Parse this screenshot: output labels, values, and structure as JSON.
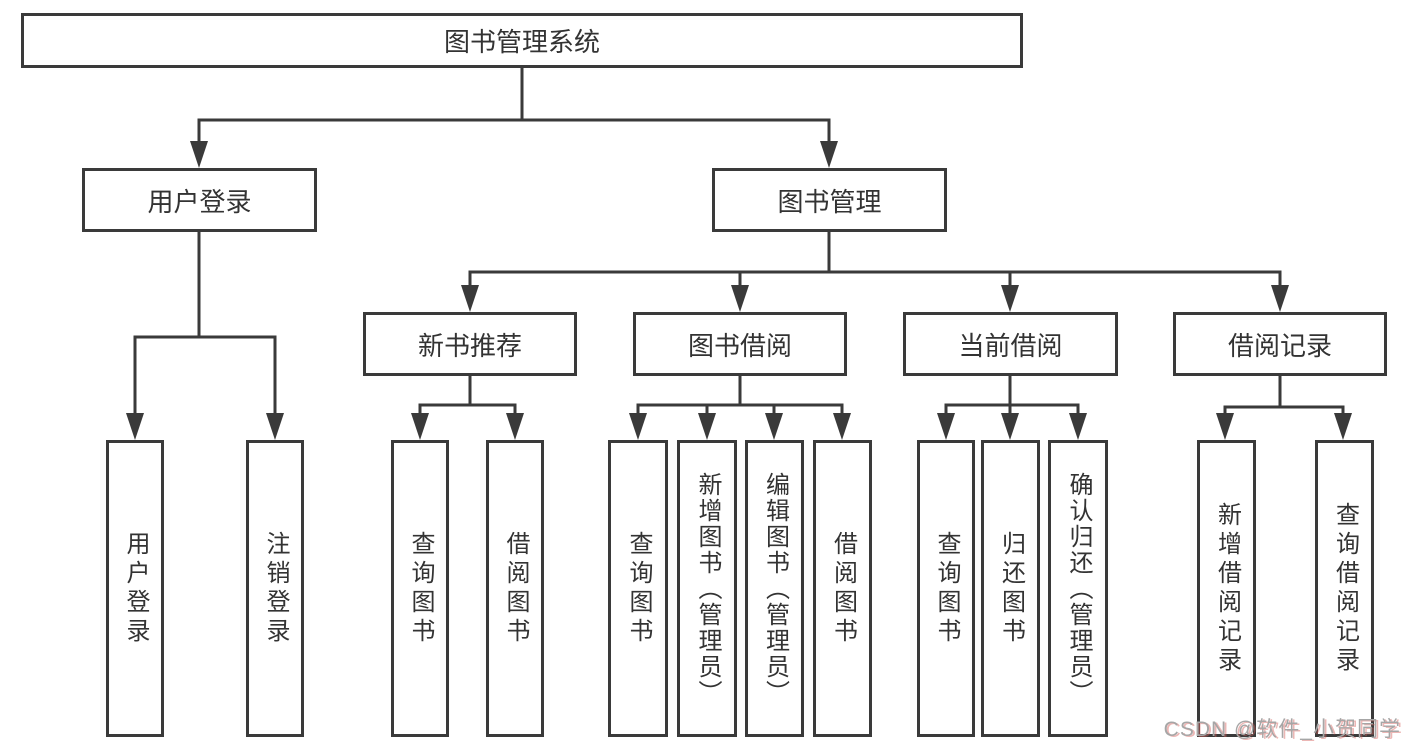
{
  "diagram": {
    "root": {
      "label": "图书管理系统"
    },
    "level2": [
      {
        "label": "用户登录",
        "children": [
          {
            "label": "用户登录"
          },
          {
            "label": "注销登录"
          }
        ]
      },
      {
        "label": "图书管理",
        "children": [
          {
            "label": "新书推荐",
            "children": [
              {
                "label": "查询图书"
              },
              {
                "label": "借阅图书"
              }
            ]
          },
          {
            "label": "图书借阅",
            "children": [
              {
                "label": "查询图书"
              },
              {
                "label": "新增图书（管理员）"
              },
              {
                "label": "编辑图书（管理员）"
              },
              {
                "label": "借阅图书"
              }
            ]
          },
          {
            "label": "当前借阅",
            "children": [
              {
                "label": "查询图书"
              },
              {
                "label": "归还图书"
              },
              {
                "label": "确认归还（管理员）"
              }
            ]
          },
          {
            "label": "借阅记录",
            "children": [
              {
                "label": "新增借阅记录"
              },
              {
                "label": "查询借阅记录"
              }
            ]
          }
        ]
      }
    ]
  },
  "watermark": {
    "text": "CSDN @软件_小贺同学"
  },
  "colors": {
    "line": "#3a3a3a",
    "text": "#333333",
    "watermark": "#a6a6a6",
    "watermark_accent": "#d5605c"
  }
}
